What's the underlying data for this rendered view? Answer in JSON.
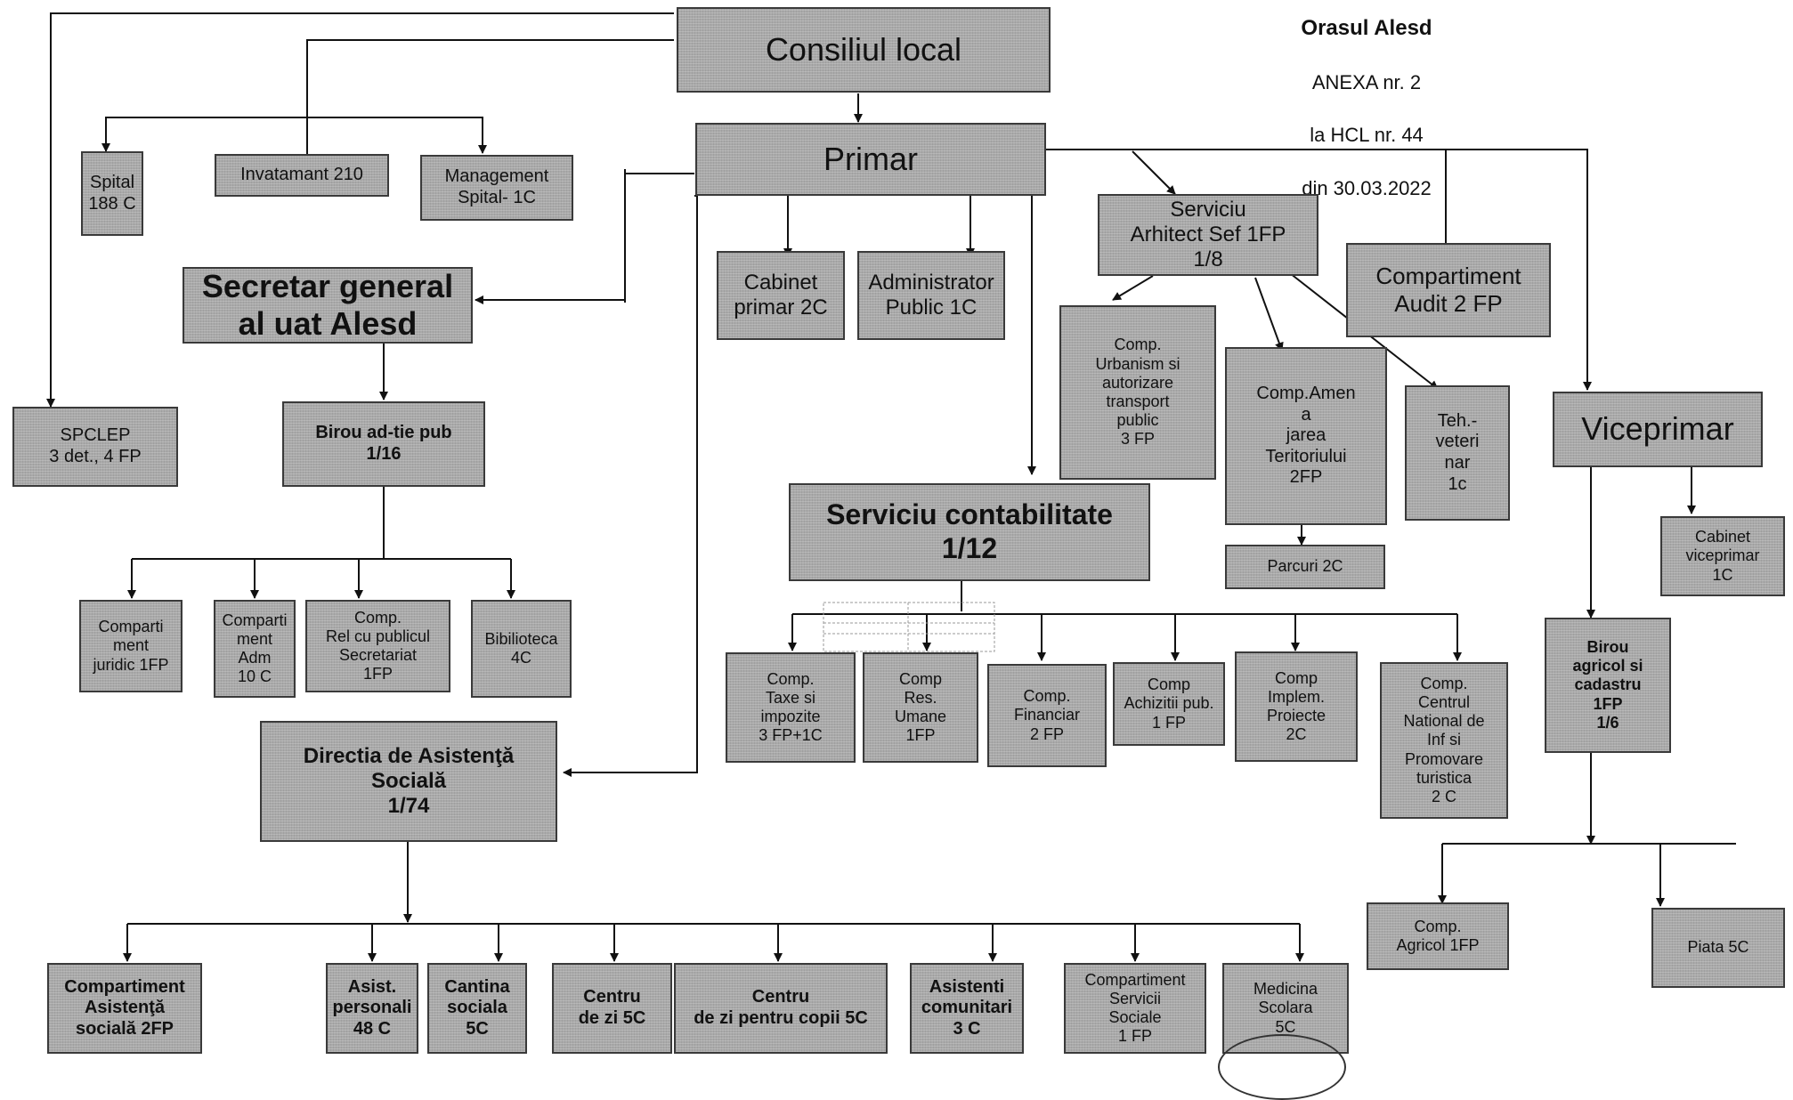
{
  "header": {
    "city": "Orasul Alesd",
    "annex": "ANEXA nr. 2",
    "hcl": "la HCL nr. 44",
    "date": "din 30.03.2022"
  },
  "nodes": {
    "consiliul_local": "Consiliul local",
    "primar": "Primar",
    "spital": "Spital\n188 C",
    "invatamant": "Invatamant 210",
    "management_spital": "Management\nSpital- 1C",
    "secretar_general": "Secretar general\nal uat Alesd",
    "spclep": "SPCLEP\n3 det., 4 FP",
    "birou_adtie": "Birou ad-tie pub\n1/16",
    "comp_juridic": "Comparti\nment\njuridic 1FP",
    "comp_adm": "Comparti\nment\nAdm\n10 C",
    "comp_rel_public": "Comp.\nRel cu publicul\nSecretariat\n1FP",
    "biblioteca": "Bibilioteca\n4C",
    "directia_asistenta": "Directia de Asistenţă\nSocială\n1/74",
    "cabinet_primar": "Cabinet\nprimar 2C",
    "administrator_public": "Administrator\nPublic 1C",
    "serviciu_arhitect": "Serviciu\nArhitect Sef 1FP\n1/8",
    "comp_audit": "Compartiment\nAudit 2 FP",
    "comp_urbanism": "Comp.\nUrbanism si\nautorizare\ntransport\npublic\n3 FP",
    "comp_amenajarea": "Comp.Amen\na\njarea\nTeritoriului\n2FP",
    "tehveterinar": "Teh.-\nveteri\nnar\n1c",
    "parcuri": "Parcuri 2C",
    "viceprimar": "Viceprimar",
    "cabinet_viceprimar": "Cabinet\nviceprimar\n1C",
    "serviciu_contabilitate": "Serviciu contabilitate\n1/12",
    "comp_taxe": "Comp.\nTaxe si\nimpozite\n3 FP+1C",
    "comp_res_umane": "Comp\nRes.\nUmane\n1FP",
    "comp_financiar": "Comp.\nFinanciar\n2 FP",
    "comp_achizitii": "Comp\nAchizitii pub.\n1 FP",
    "comp_implem": "Comp\nImplem.\nProiecte\n2C",
    "comp_centrul": "Comp.\nCentrul\nNational de\nInf si\nPromovare\nturistica\n2 C",
    "birou_agricol": "Birou\nagricol si\ncadastru\n1FP\n1/6",
    "comp_agricol": "Comp.\nAgricol 1FP",
    "piata": "Piata 5C",
    "comp_asistenta_sociala": "Compartiment\nAsistenţă\nsocială 2FP",
    "asist_personali": "Asist.\npersonali\n48 C",
    "cantina_sociala": "Cantina\nsociala\n5C",
    "centru_zi": "Centru\nde zi 5C",
    "centru_zi_copii": "Centru\nde zi pentru copii 5C",
    "asistenti_comunitari": "Asistenti\ncomunitari\n3 C",
    "comp_servicii_sociale": "Compartiment\nServicii\nSociale\n1 FP",
    "medicina_scolara": "Medicina\nScolara\n5C"
  }
}
